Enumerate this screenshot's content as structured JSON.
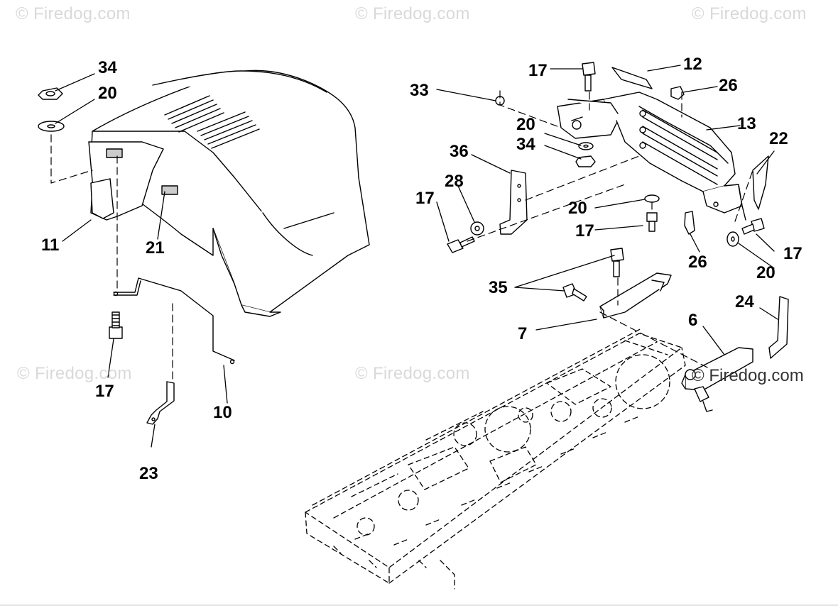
{
  "watermark": {
    "text": "© Firedog.com",
    "text_strong": "© Firedog.com"
  },
  "callouts": {
    "c34a": "34",
    "c20a": "20",
    "c11": "11",
    "c21": "21",
    "c17a": "17",
    "c10": "10",
    "c23": "23",
    "c17b": "17",
    "c12": "12",
    "c33": "33",
    "c26a": "26",
    "c13": "13",
    "c20b": "20",
    "c36": "36",
    "c34b": "34",
    "c22": "22",
    "c28": "28",
    "c17c": "17",
    "c20c": "20",
    "c17d": "17",
    "c26b": "26",
    "c17e": "17",
    "c20d": "20",
    "c35": "35",
    "c7": "7",
    "c24": "24",
    "c6": "6"
  },
  "colors": {
    "line": "#000000",
    "fill": "#ffffff",
    "watermark": "#d9d9d9"
  }
}
